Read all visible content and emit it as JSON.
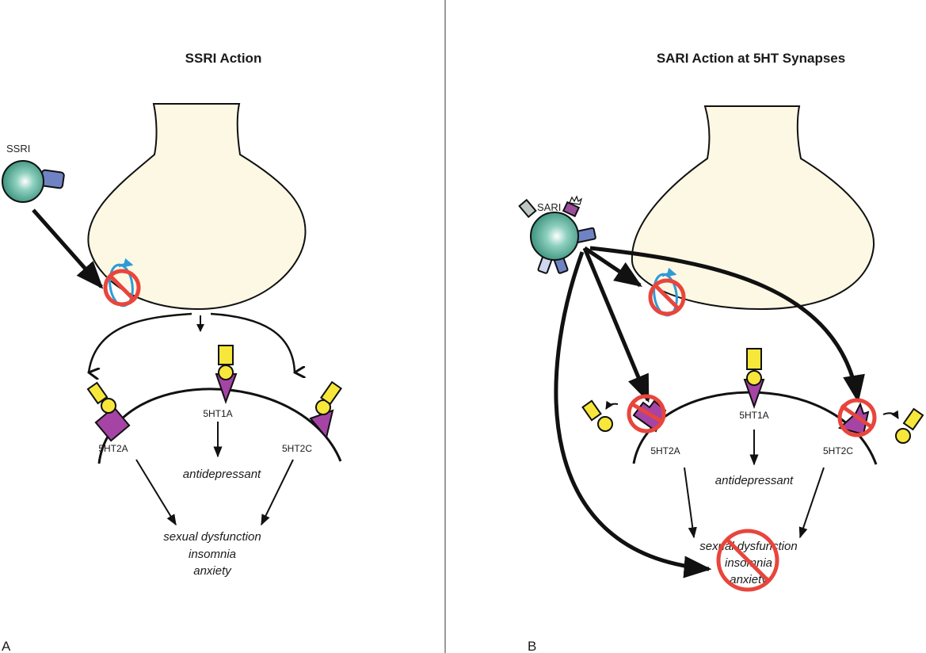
{
  "colors": {
    "neuron_fill": "#fcf8e4",
    "drug_sphere": "#3f9c86",
    "ssri_arm": "#6f83c4",
    "receptor": "#a644a6",
    "serotonin": "#f7e73a",
    "transporter": "#2e9bd6",
    "inhibit": "#e8453c",
    "divider": "#9a9a9a",
    "sari_arm_light": "#cfd6ee",
    "sari_arm_gray": "#bfc7c4",
    "sari_crown": "#9a4f9a"
  },
  "panels": [
    {
      "id": "A",
      "panel_letter": "A",
      "title": "SSRI Action",
      "drug_label": "SSRI",
      "receptors": [
        {
          "label": "5HT2A",
          "state": "active"
        },
        {
          "label": "5HT1A",
          "state": "active"
        },
        {
          "label": "5HT2C",
          "state": "active"
        }
      ],
      "effect_center": "antidepressant",
      "effects_bottom": [
        "sexual dysfunction",
        "insomnia",
        "anxiety"
      ]
    },
    {
      "id": "B",
      "panel_letter": "B",
      "title": "SARI Action at 5HT Synapses",
      "drug_label": "SARI",
      "receptors": [
        {
          "label": "5HT2A",
          "state": "blocked"
        },
        {
          "label": "5HT1A",
          "state": "active"
        },
        {
          "label": "5HT2C",
          "state": "blocked"
        }
      ],
      "effect_center": "antidepressant",
      "effects_bottom": [
        "sexual dysfunction",
        "insomnia",
        "anxiety"
      ],
      "effects_bottom_blocked": true
    }
  ]
}
